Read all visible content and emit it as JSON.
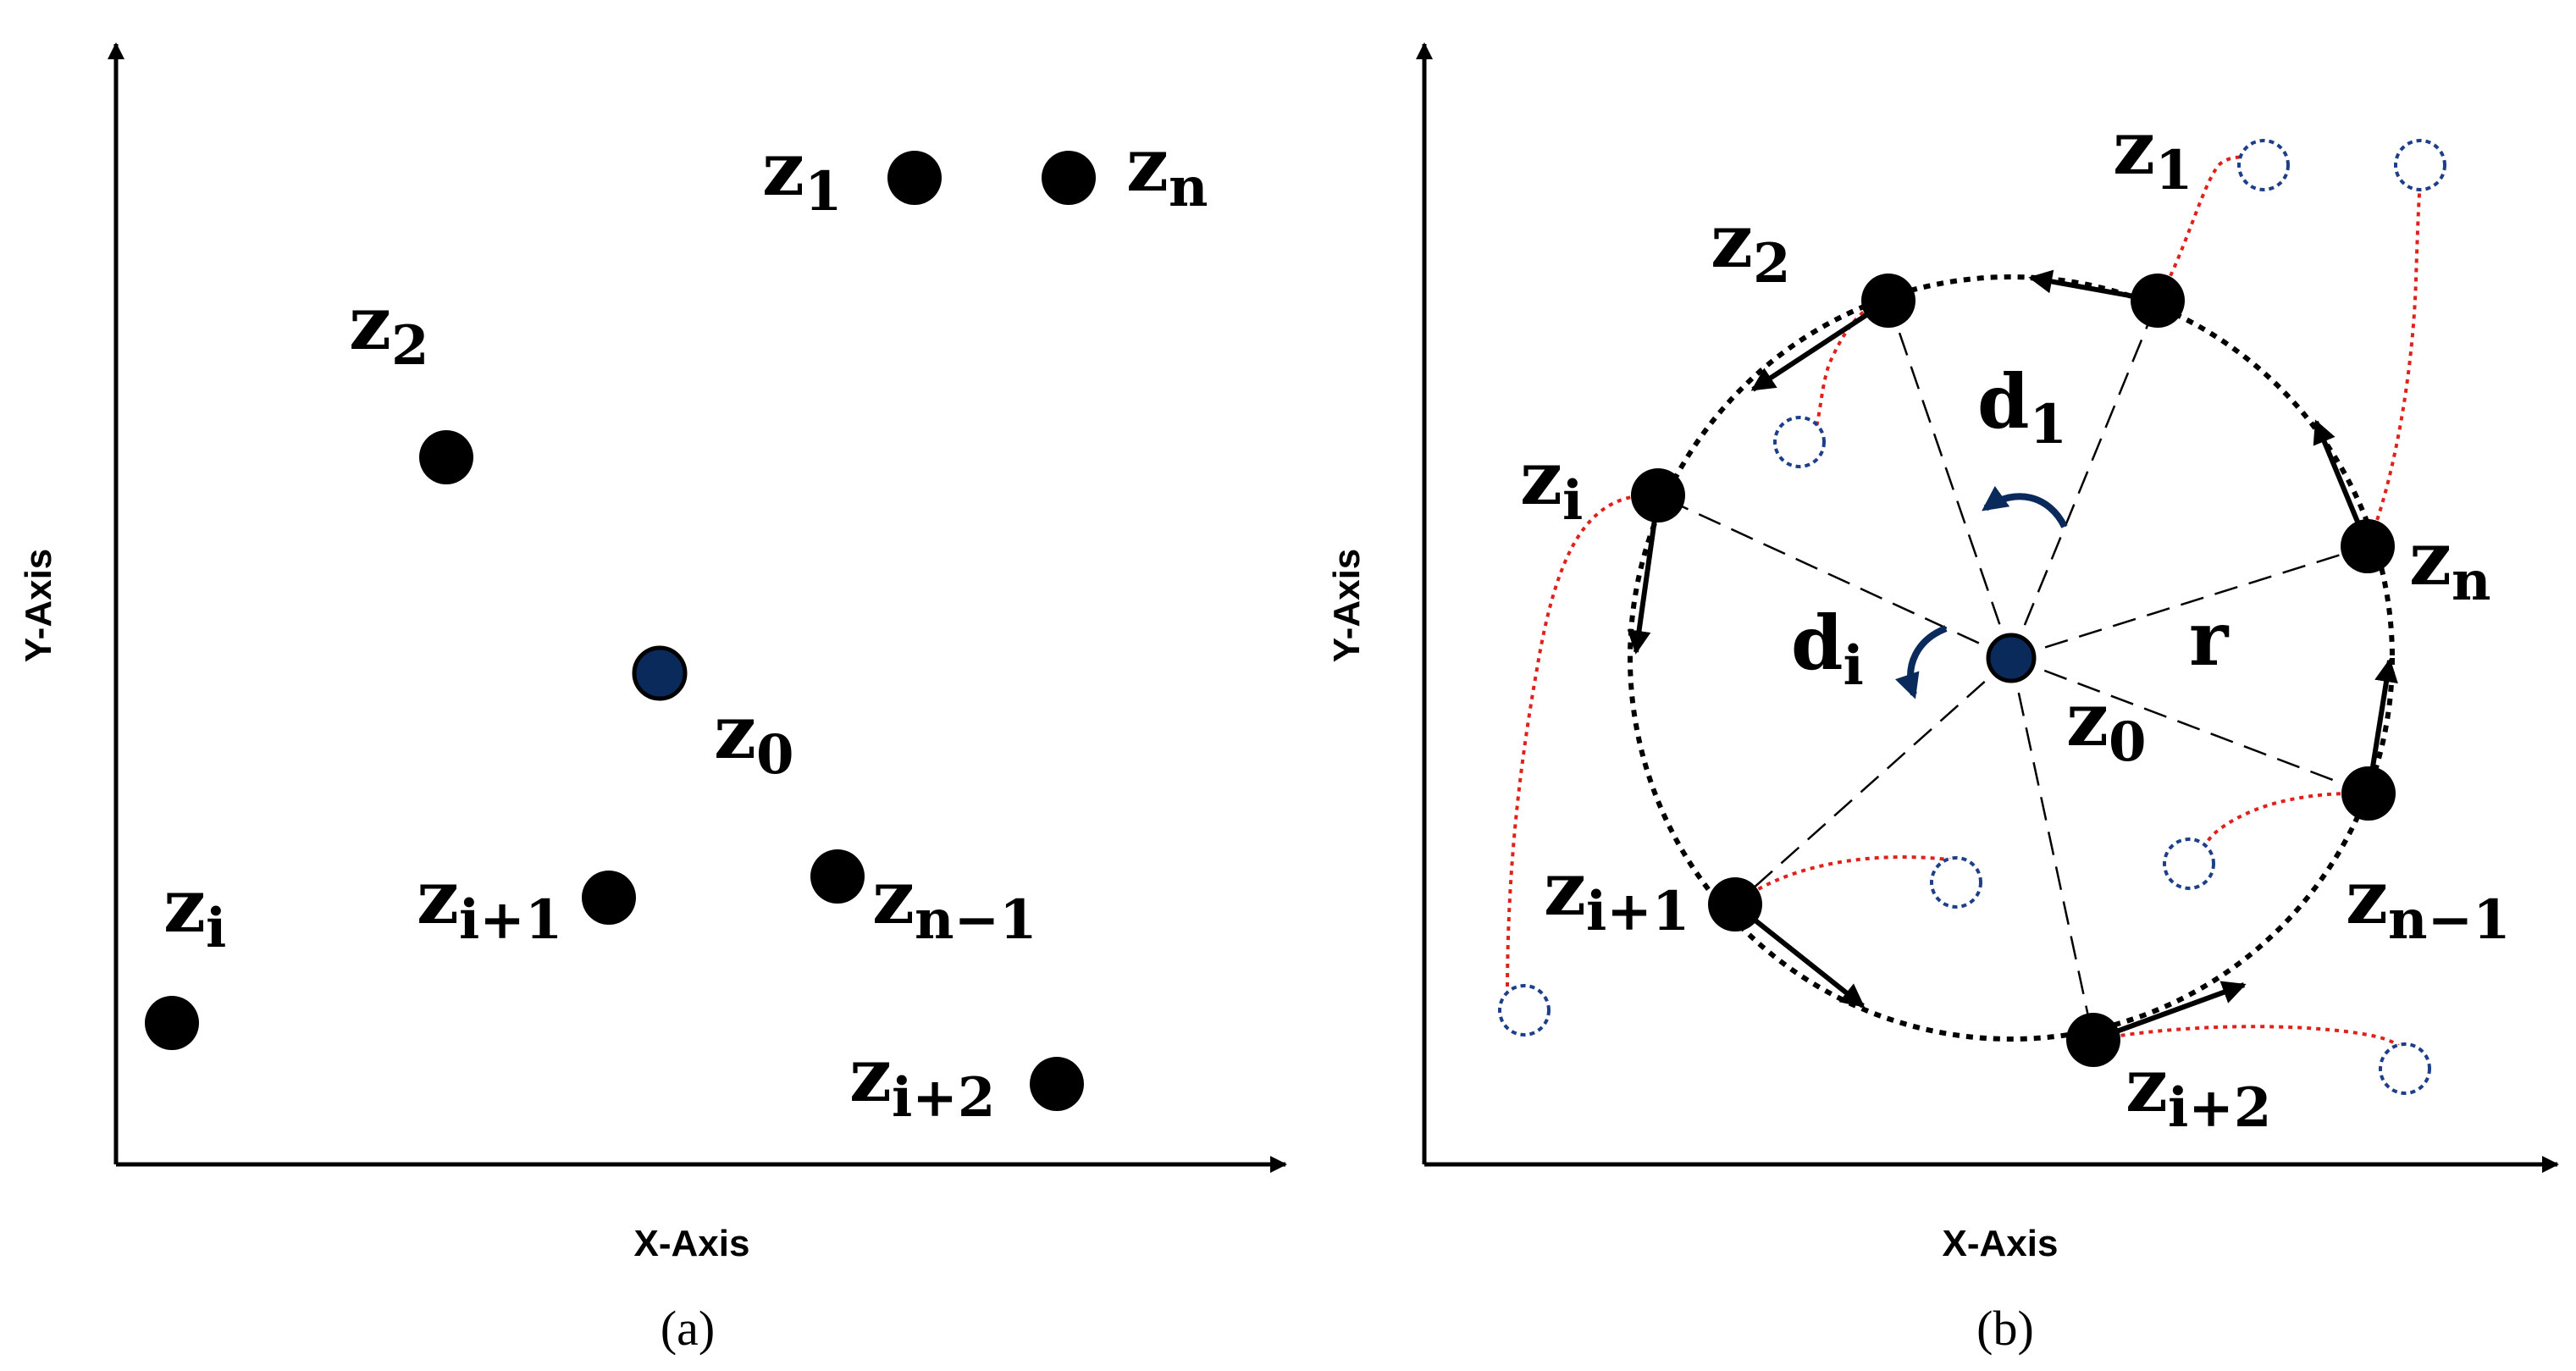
{
  "colors": {
    "ink": "#000000",
    "center_point": "#0b2a5c",
    "trail_red": "#e0201b",
    "ghost_blue": "#1d3f8a",
    "arrow_blue": "#0b2a5c"
  },
  "panel_a": {
    "x_axis_label": "X-Axis",
    "y_axis_label": "Y-Axis",
    "caption": "(a)",
    "labels": {
      "z1": {
        "base": "z",
        "sub": "1"
      },
      "zn": {
        "base": "z",
        "sub": "n"
      },
      "z2": {
        "base": "z",
        "sub": "2"
      },
      "z0": {
        "base": "z",
        "sub": "0"
      },
      "zi": {
        "base": "z",
        "sub": "i"
      },
      "zi1": {
        "base": "z",
        "sub": "i+1"
      },
      "zn1": {
        "base": "z",
        "sub": "n−1"
      },
      "zi2": {
        "base": "z",
        "sub": "i+2"
      }
    }
  },
  "panel_b": {
    "x_axis_label": "X-Axis",
    "y_axis_label": "Y-Axis",
    "caption": "(b)",
    "labels": {
      "z1": {
        "base": "z",
        "sub": "1"
      },
      "z2": {
        "base": "z",
        "sub": "2"
      },
      "zi": {
        "base": "z",
        "sub": "i"
      },
      "zn": {
        "base": "z",
        "sub": "n"
      },
      "z0": {
        "base": "z",
        "sub": "0"
      },
      "zi1": {
        "base": "z",
        "sub": "i+1"
      },
      "zn1": {
        "base": "z",
        "sub": "n−1"
      },
      "zi2": {
        "base": "z",
        "sub": "i+2"
      },
      "d1": {
        "base": "d",
        "sub": "1"
      },
      "di": {
        "base": "d",
        "sub": "i"
      },
      "r": "r"
    }
  }
}
